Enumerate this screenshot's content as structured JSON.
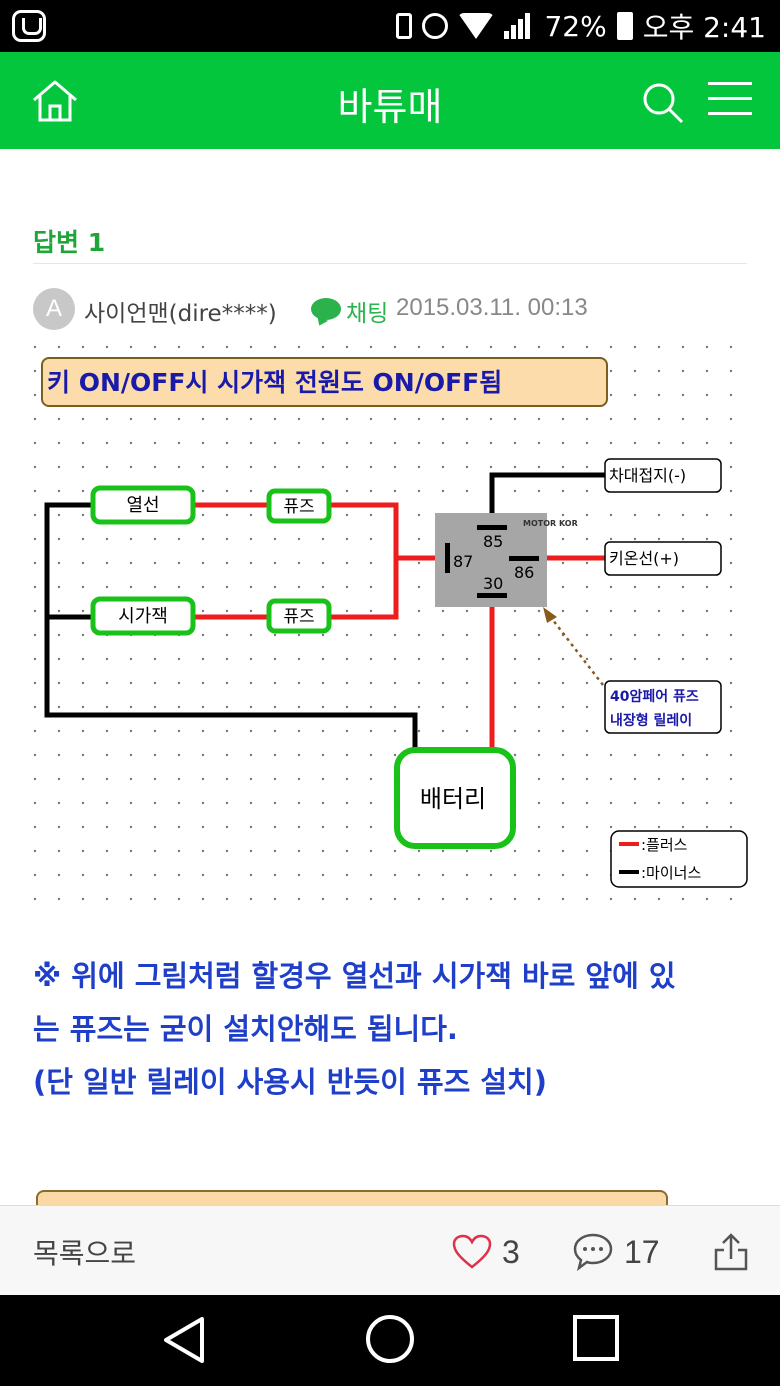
{
  "status_bar": {
    "battery": "72%",
    "time": "오후 2:41",
    "icons": [
      "app-icon",
      "vibrate-icon",
      "alarm-icon",
      "wifi-icon",
      "signal-icon",
      "battery-icon"
    ]
  },
  "app_bar": {
    "title": "바튜매",
    "color": "#03c63c",
    "icons": [
      "home-icon",
      "search-icon",
      "menu-icon"
    ]
  },
  "answer": {
    "title": "답변 1",
    "avatar_letter": "A",
    "author": "사이언맨(dire****)",
    "chat_label": "채팅",
    "date": "2015.03.11. 00:13"
  },
  "diagram": {
    "banner": "키 ON/OFF시 시가잭 전원도 ON/OFF됨",
    "nodes": {
      "heated_wire": "열선",
      "cigar_jack": "시가잭",
      "fuse_1": "퓨즈",
      "fuse_2": "퓨즈",
      "battery": "배터리",
      "ground": "차대접지(-)",
      "key_on": "키온선(+)",
      "relay_note_1": "40암페어 퓨즈",
      "relay_note_2": "내장형 릴레이"
    },
    "relay": {
      "brand": "MOTOR KOR",
      "pins": [
        "85",
        "87",
        "86",
        "30"
      ]
    },
    "legend": {
      "plus": ":플러스",
      "minus": ":마이너스"
    },
    "colors": {
      "plus": "#ee1c1c",
      "minus": "#000000",
      "box_border": "#19c219"
    }
  },
  "note": {
    "line1": "※ 위에 그림처럼 할경우 열선과 시가잭 바로 앞에 있",
    "line2": "는 퓨즈는 굳이 설치안해도 됩니다.",
    "line3": "(단 일반 릴레이 사용시 반듯이 퓨즈 설치)"
  },
  "action_bar": {
    "back_label": "목록으로",
    "likes": "3",
    "comments": "17",
    "icons": [
      "heart-icon",
      "comment-icon",
      "share-icon"
    ]
  },
  "nav_bar": {
    "icons": [
      "back-triangle-icon",
      "home-circle-icon",
      "recents-square-icon"
    ]
  }
}
